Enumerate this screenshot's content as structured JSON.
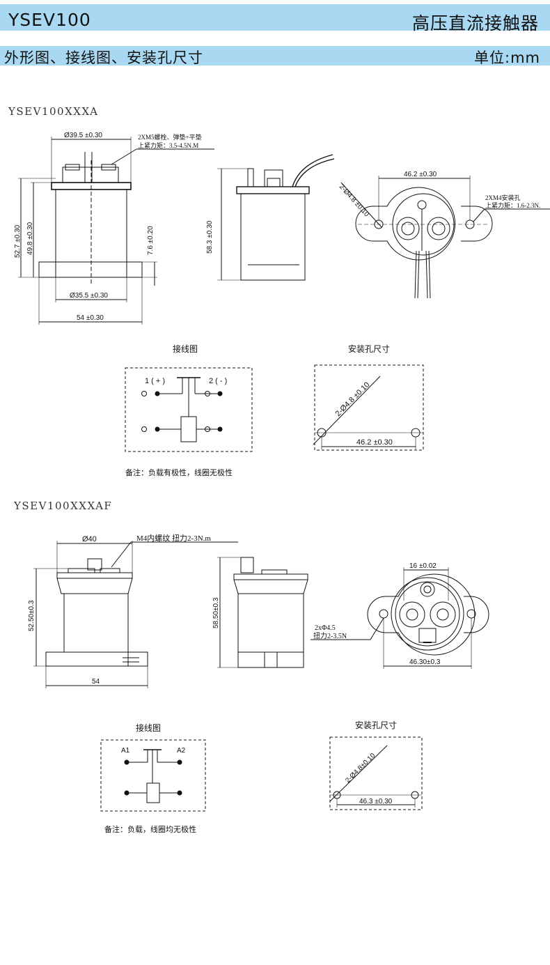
{
  "header": {
    "model": "YSEV100",
    "product_name": "高压直流接触器"
  },
  "section": {
    "title": "外形图、接线图、安装孔尺寸",
    "unit": "单位:mm"
  },
  "variant_a": {
    "title": "YSEV100XXXA",
    "front": {
      "top_dia": "Ø39.5 ±0.30",
      "bolt_note_1": "2XM5螺栓、弹垫+平垫",
      "bolt_note_2": "上紧力矩：3.5-4.5N.M",
      "h_total": "52.7 ±0.30",
      "h_body": "49.8 ±0.30",
      "flange_h": "7.6 ±0.20",
      "body_dia": "Ø35.5 ±0.30",
      "base_w": "54 ±0.30"
    },
    "side": {
      "h_total": "58.3 ±0.30"
    },
    "top": {
      "hole_span": "46.2 ±0.30",
      "hole_dia": "2-Ø4.8 ±0.10",
      "mount_note_1": "2XM4安装孔",
      "mount_note_2": "上紧力矩：1.6-2.3N."
    },
    "wiring": {
      "caption": "接线图",
      "t1": "1 ( + )",
      "t2": "2 ( - )",
      "note": "备注：负载有极性，线圈无极性"
    },
    "mounting": {
      "caption": "安装孔尺寸",
      "hole_dia": "2-Ø4.8 ±0.10",
      "span": "46.2 ±0.30"
    }
  },
  "variant_af": {
    "title": "YSEV100XXXAF",
    "front": {
      "top_dia": "Ø40",
      "thread_note": "M4内螺纹  扭力2-3N.m",
      "h_total": "52.50±0.3",
      "base_w": "54"
    },
    "side": {
      "h_total": "58.50±0.3"
    },
    "top": {
      "terminal_span": "16 ±0.02",
      "hole_note_1": "2xΦ4.5",
      "hole_note_2": "扭力2-3.5N",
      "hole_span": "46.30±0.3"
    },
    "wiring": {
      "caption": "接线图",
      "a1": "A1",
      "a2": "A2",
      "note": "备注：负载，线圈均无极性"
    },
    "mounting": {
      "caption": "安装孔尺寸",
      "hole_dia": "2-Ø4.8±0.10",
      "span": "46.3 ±0.30"
    }
  },
  "colors": {
    "header_band": "#a9d9f2"
  }
}
